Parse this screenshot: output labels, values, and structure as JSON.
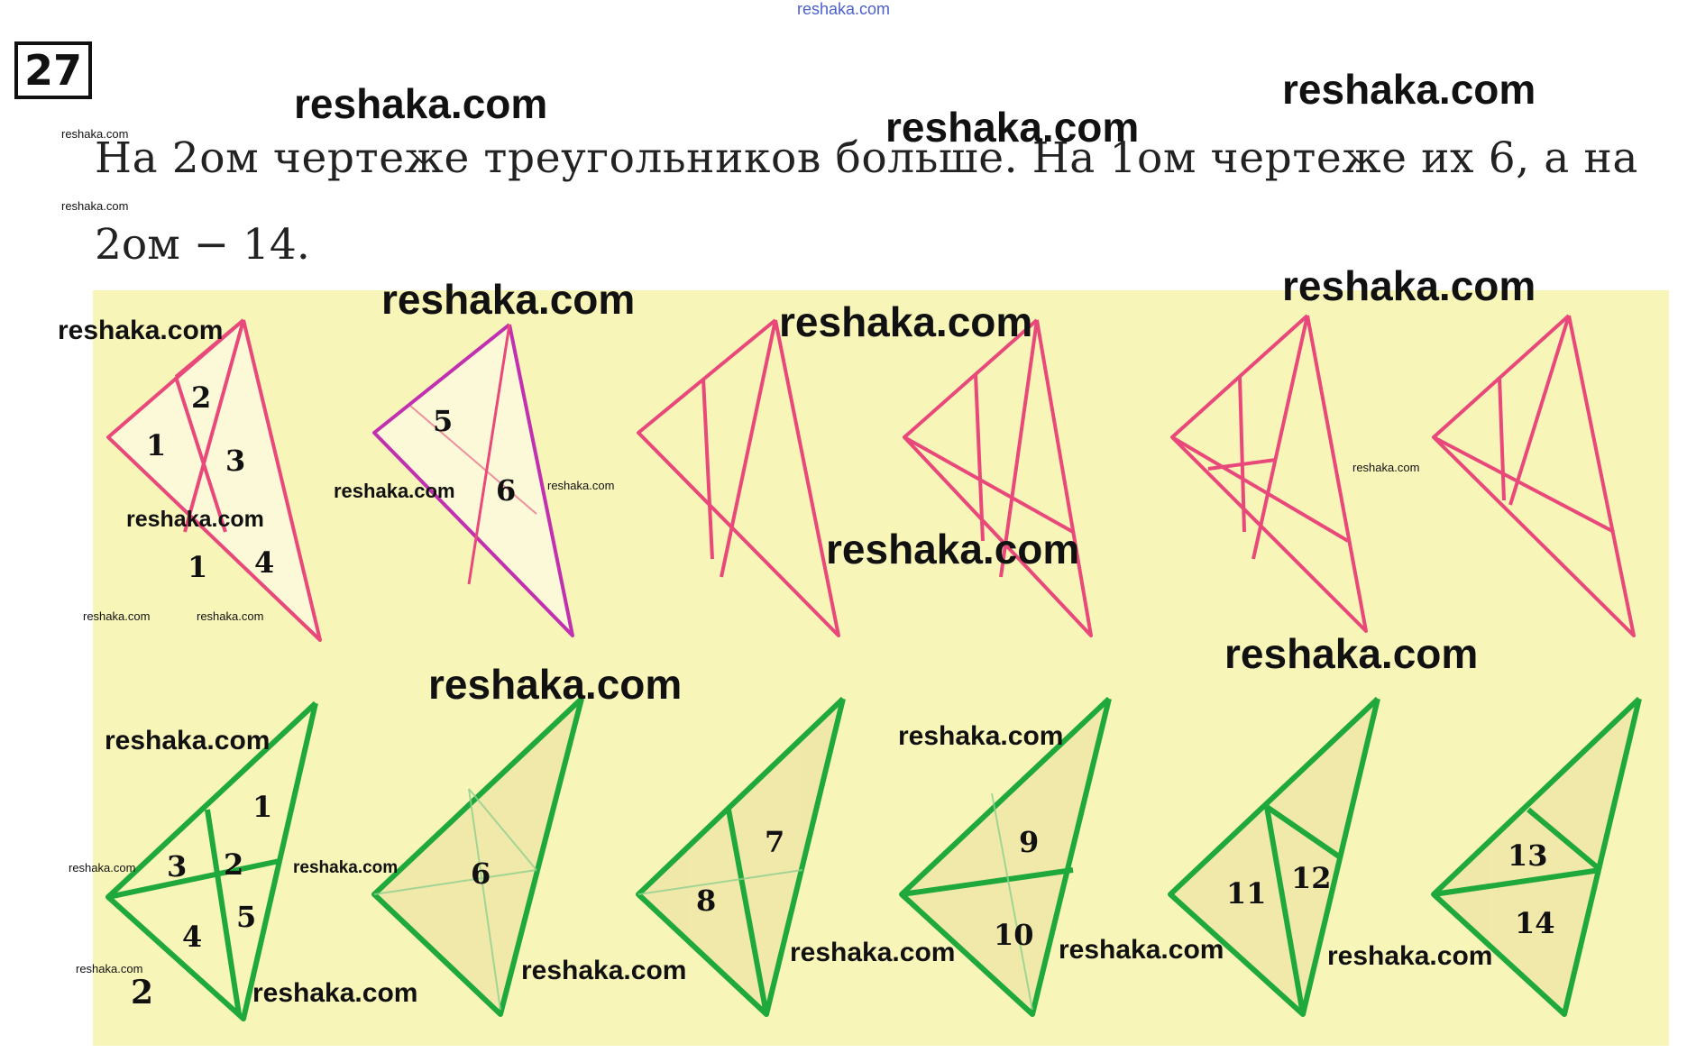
{
  "header": {
    "site_url": "reshaka.com",
    "task_number": "27"
  },
  "text": {
    "line1": "На 2ом чертеже треугольников больше. На 1ом чертеже их 6, а на",
    "line2": "2ом − 14."
  },
  "figures": {
    "top_row_color": "#e8487a",
    "bottom_row_color": "#1fa83c",
    "background_color": "#f8f5b8",
    "top_labels": [
      "1",
      "2",
      "3",
      "4",
      "5",
      "6",
      "1"
    ],
    "bottom_labels": [
      "1",
      "2",
      "3",
      "4",
      "5",
      "6",
      "7",
      "8",
      "9",
      "10",
      "11",
      "12",
      "13",
      "14",
      "2"
    ]
  },
  "watermarks": {
    "text": "reshaka.com"
  }
}
